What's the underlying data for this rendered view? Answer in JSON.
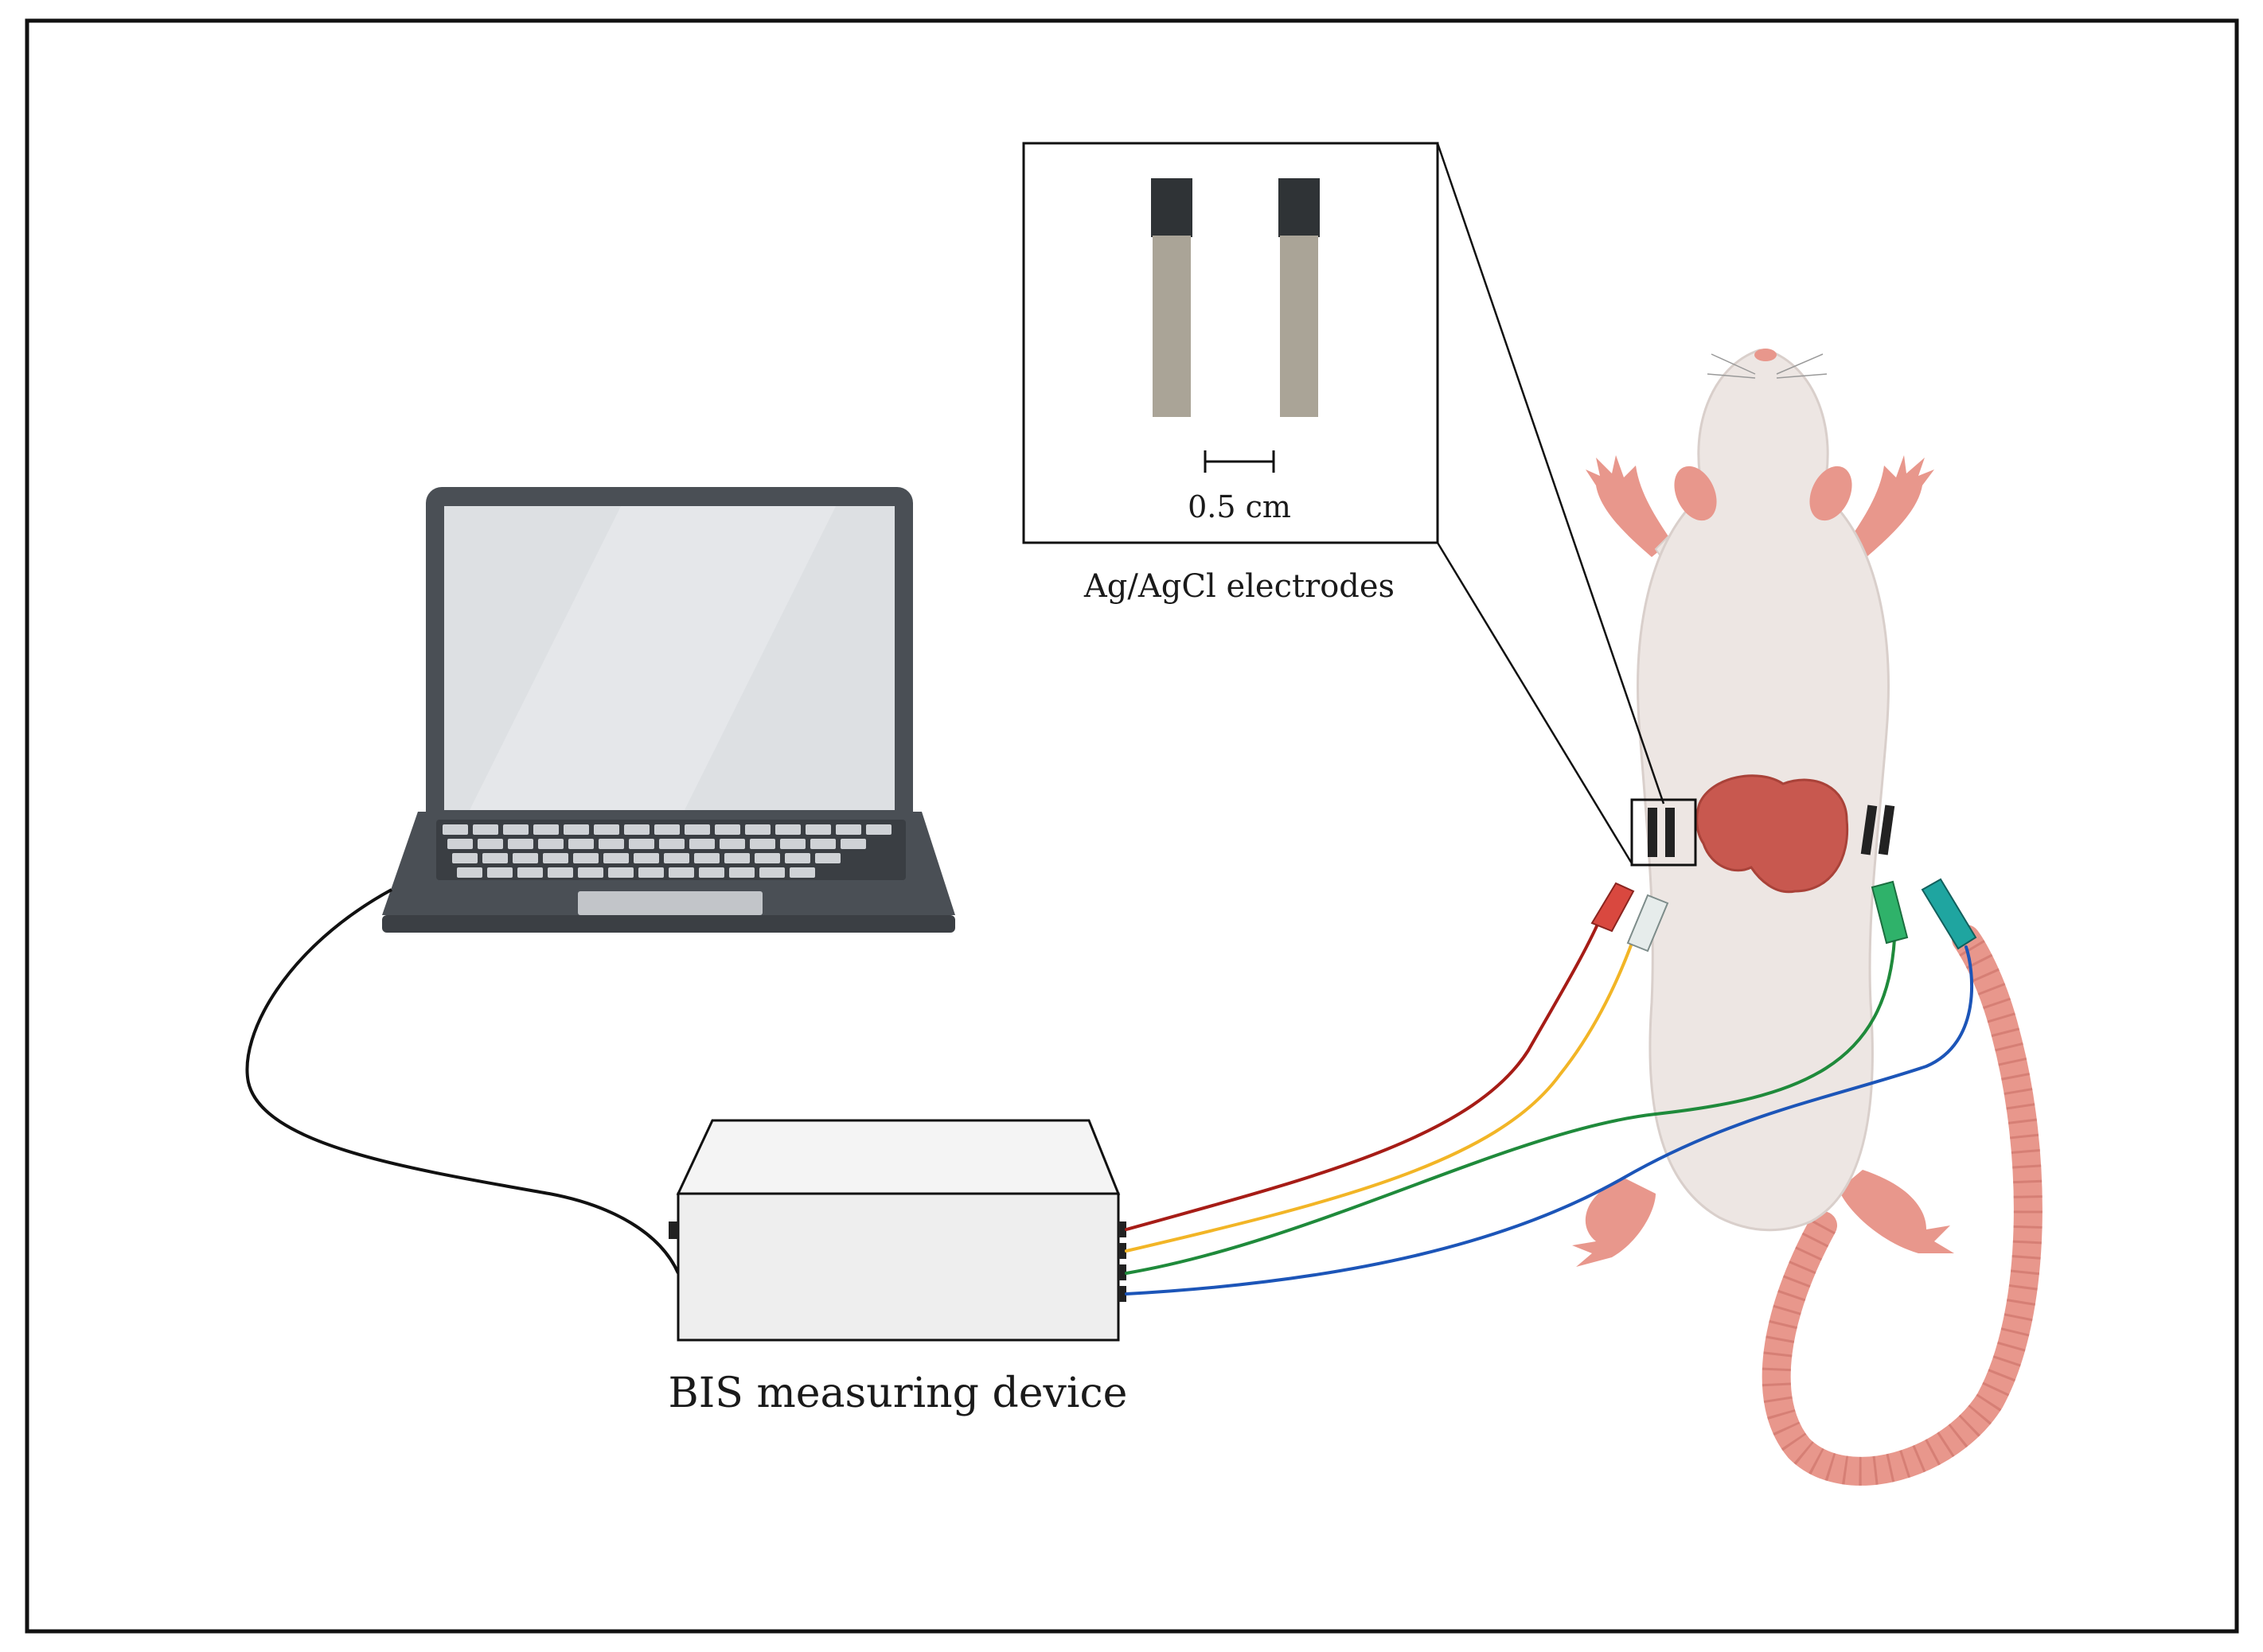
{
  "labels": {
    "scale": "0.5 cm",
    "electrodes": "Ag/AgCl electrodes",
    "device": "BIS measuring device"
  },
  "colors": {
    "frame": "#111111",
    "laptop_body": "#4a4f55",
    "laptop_screen": "#dde0e3",
    "device_body": "#eeeeee",
    "rat_skin": "#ede6e3",
    "rat_pink": "#e8978c",
    "liver": "#c8584f",
    "electrode_tab": "#2f3336",
    "electrode_strip": "#aaa497",
    "wire_red": "#a61c16",
    "wire_yellow": "#f2b526",
    "wire_green": "#1f8a3b",
    "wire_blue": "#1c55b8",
    "clip_red": "#d9483f",
    "clip_white": "#e6eceb",
    "clip_green": "#2fb26a",
    "clip_teal": "#1fa5a0"
  },
  "icons": [
    "laptop-icon",
    "bis-device-icon",
    "rat-icon",
    "liver-icon",
    "electrode-icon"
  ]
}
